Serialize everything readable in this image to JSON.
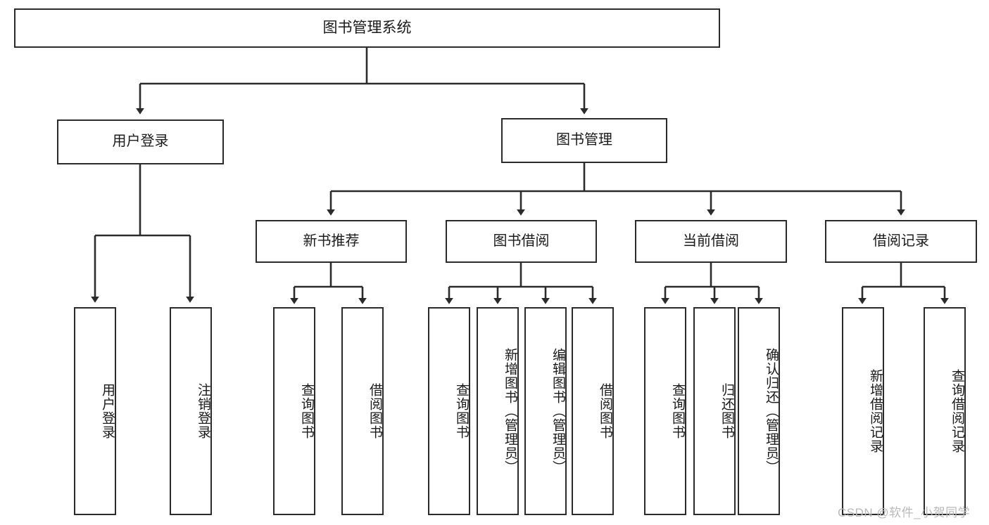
{
  "diagram": {
    "type": "tree-hierarchy-chart",
    "root": {
      "label": "图书管理系统"
    },
    "level2": [
      {
        "label": "用户登录"
      },
      {
        "label": "图书管理"
      }
    ],
    "level3": [
      {
        "label": "新书推荐"
      },
      {
        "label": "图书借阅"
      },
      {
        "label": "当前借阅"
      },
      {
        "label": "借阅记录"
      }
    ],
    "leaves": {
      "user_login": [
        {
          "label": "用户登录"
        },
        {
          "label": "注销登录"
        }
      ],
      "new_book_recommend": [
        {
          "label": "查询图书"
        },
        {
          "label": "借阅图书"
        }
      ],
      "book_borrow": [
        {
          "label": "查询图书"
        },
        {
          "label": "新增图书（管理员）"
        },
        {
          "label": "编辑图书（管理员）"
        },
        {
          "label": "借阅图书"
        }
      ],
      "current_borrow": [
        {
          "label": "查询图书"
        },
        {
          "label": "归还图书"
        },
        {
          "label": "确认归还（管理员）"
        }
      ],
      "borrow_record": [
        {
          "label": "新增借阅记录"
        },
        {
          "label": "查询借阅记录"
        }
      ]
    },
    "colors": {
      "stroke": "#2b2b2b",
      "fill": "#ffffff",
      "text": "#1a1a1a",
      "watermark": "#b9b9b9"
    }
  },
  "watermark": {
    "text": "CSDN @软件_小贺同学"
  }
}
